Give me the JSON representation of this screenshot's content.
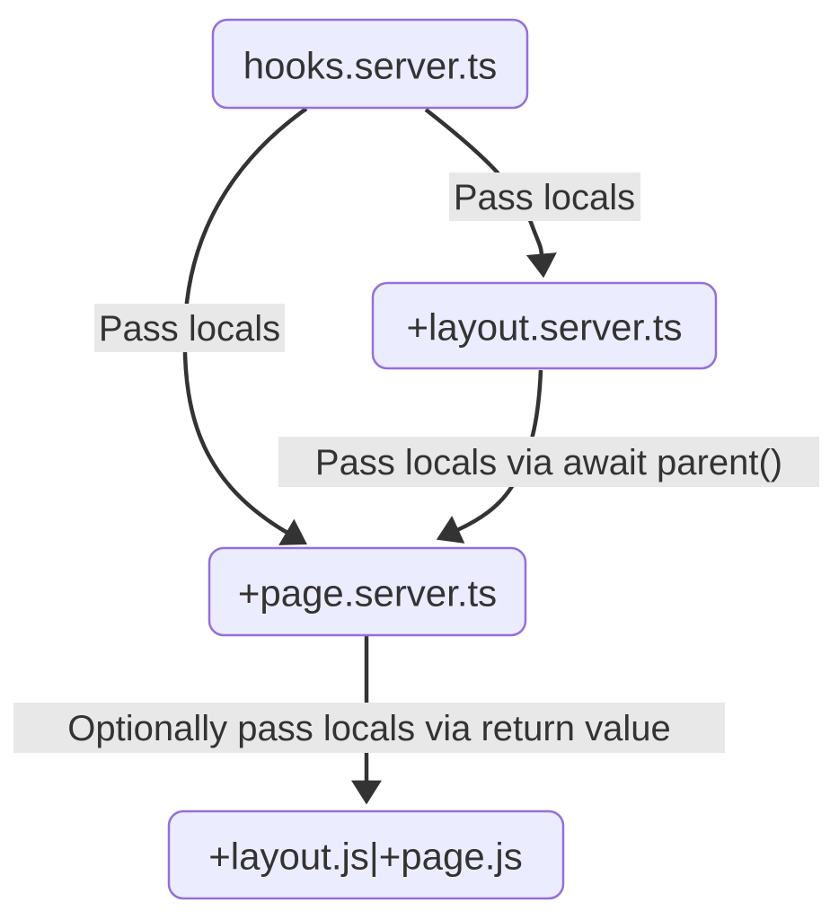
{
  "diagram": {
    "type": "flowchart",
    "direction": "top-down",
    "nodes": [
      {
        "id": "hooks-server-ts",
        "label": "hooks.server.ts"
      },
      {
        "id": "layout-server-ts",
        "label": "+layout.server.ts"
      },
      {
        "id": "page-server-ts",
        "label": "+page.server.ts"
      },
      {
        "id": "layout-js-page-js",
        "label": "+layout.js|+page.js"
      }
    ],
    "edges": [
      {
        "from": "hooks-server-ts",
        "to": "page-server-ts",
        "label": "Pass locals"
      },
      {
        "from": "hooks-server-ts",
        "to": "layout-server-ts",
        "label": "Pass locals"
      },
      {
        "from": "layout-server-ts",
        "to": "page-server-ts",
        "label": "Pass locals via await parent()"
      },
      {
        "from": "page-server-ts",
        "to": "layout-js-page-js",
        "label": "Optionally pass locals via return value"
      }
    ],
    "colors": {
      "node_fill": "#ECECFF",
      "node_border": "#9370DB",
      "edge": "#333333",
      "label_bg": "#e8e8e8",
      "text": "#333333",
      "background": "#ffffff"
    }
  }
}
